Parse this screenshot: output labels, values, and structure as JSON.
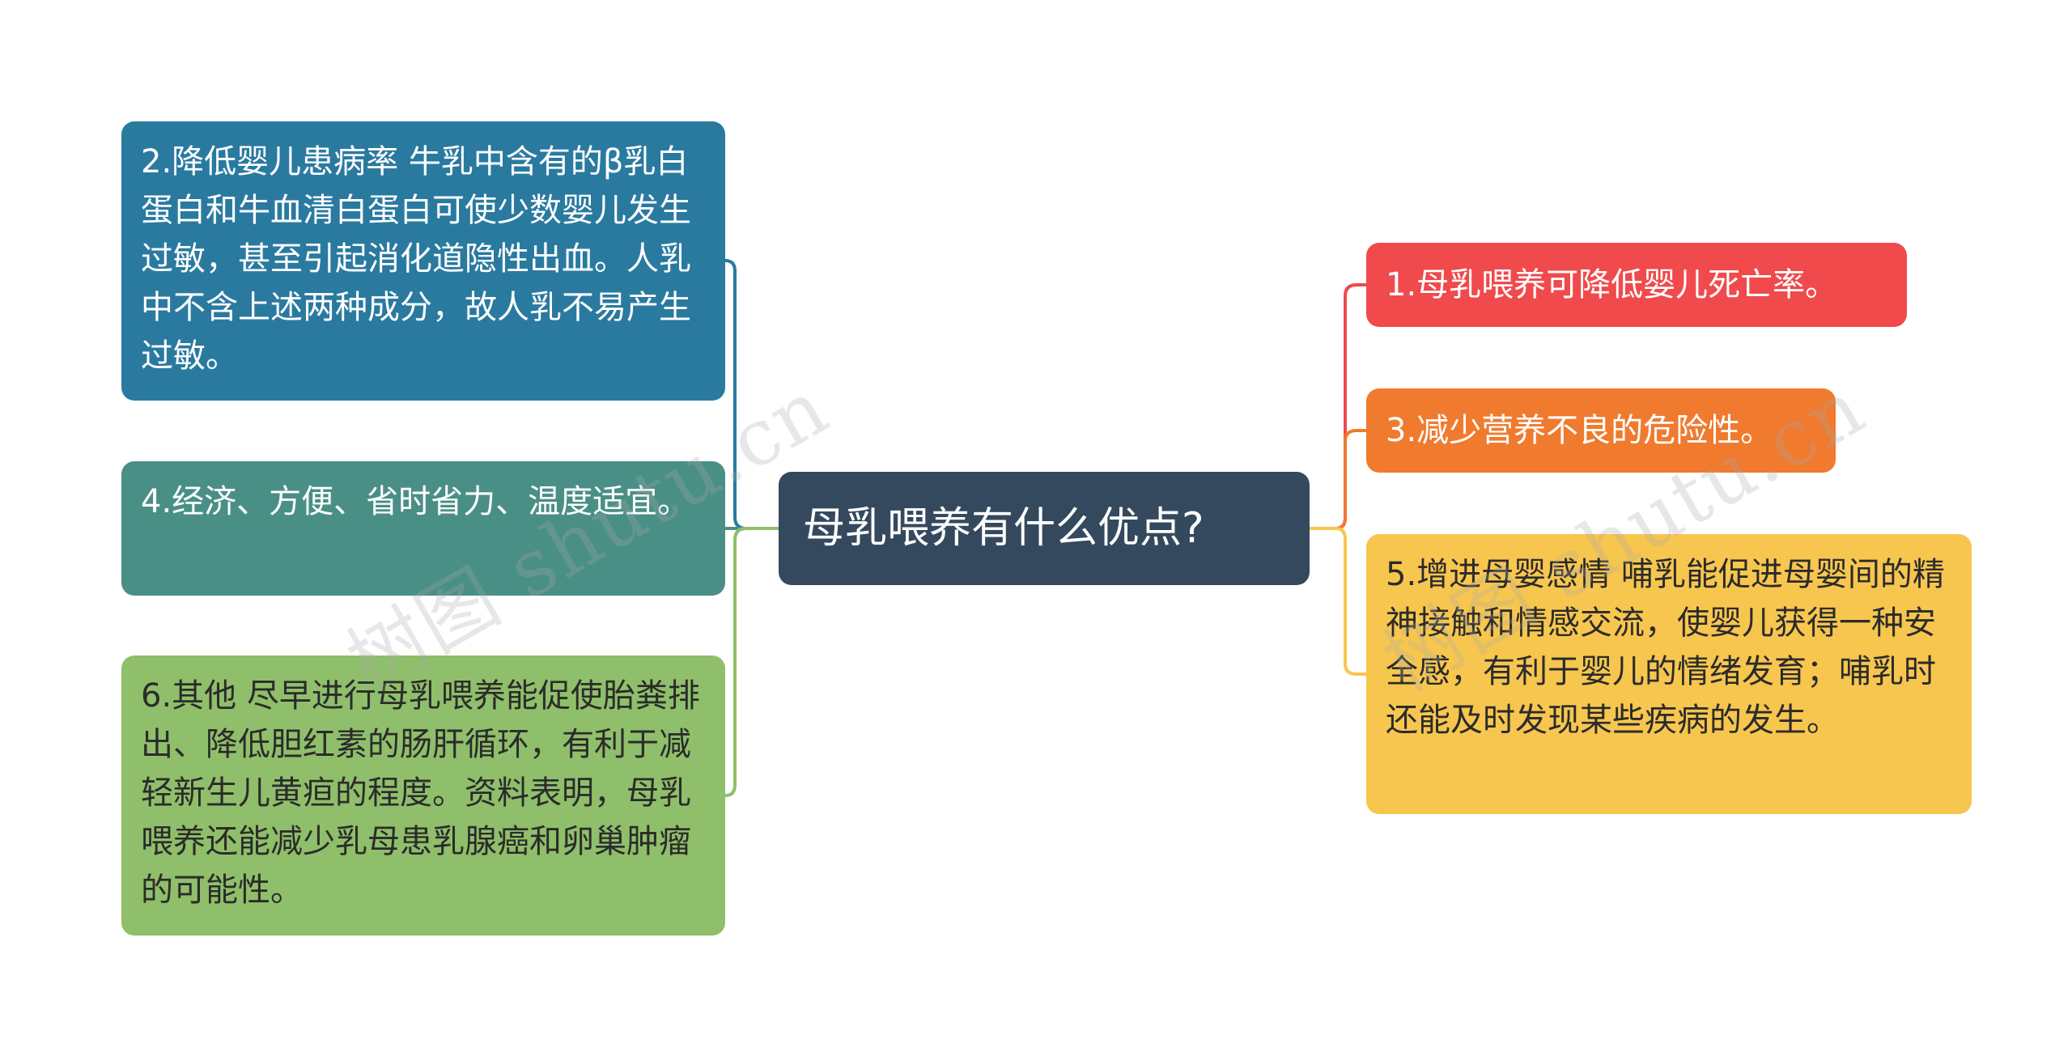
{
  "mindmap": {
    "center": {
      "label": "母乳喂养有什么优点?",
      "color": "#34495e"
    },
    "branches": [
      {
        "id": "n2",
        "side": "left",
        "text": "2.降低婴儿患病率 牛乳中含有的β乳白蛋白和牛血清白蛋白可使少数婴儿发生过敏，甚至引起消化道隐性出血。人乳中不含上述两种成分，故人乳不易产生过敏。",
        "color": "#2a7aa0",
        "line_color": "#2a7aa0"
      },
      {
        "id": "n4",
        "side": "left",
        "text": "4.经济、方便、省时省力、温度适宜。",
        "color": "#4a8f86",
        "line_color": "#4a8f86"
      },
      {
        "id": "n6",
        "side": "left",
        "text": "6.其他 尽早进行母乳喂养能促使胎粪排出、降低胆红素的肠肝循环，有利于减轻新生儿黄疸的程度。资料表明，母乳喂养还能减少乳母患乳腺癌和卵巢肿瘤的可能性。",
        "color": "#8fbf6a",
        "line_color": "#8fbf6a"
      },
      {
        "id": "n1",
        "side": "right",
        "text": "1.母乳喂养可降低婴儿死亡率。",
        "color": "#f04a4c",
        "line_color": "#f04a4c"
      },
      {
        "id": "n3",
        "side": "right",
        "text": "3.减少营养不良的危险性。",
        "color": "#f07a2e",
        "line_color": "#f07a2e"
      },
      {
        "id": "n5",
        "side": "right",
        "text": "5.增进母婴感情 哺乳能促进母婴间的精神接触和情感交流，使婴儿获得一种安全感，有利于婴儿的情绪发育；哺乳时还能及时发现某些疾病的发生。",
        "color": "#f7c64e",
        "line_color": "#f7c64e"
      }
    ]
  },
  "watermark": {
    "text": "树图 shutu.cn"
  }
}
